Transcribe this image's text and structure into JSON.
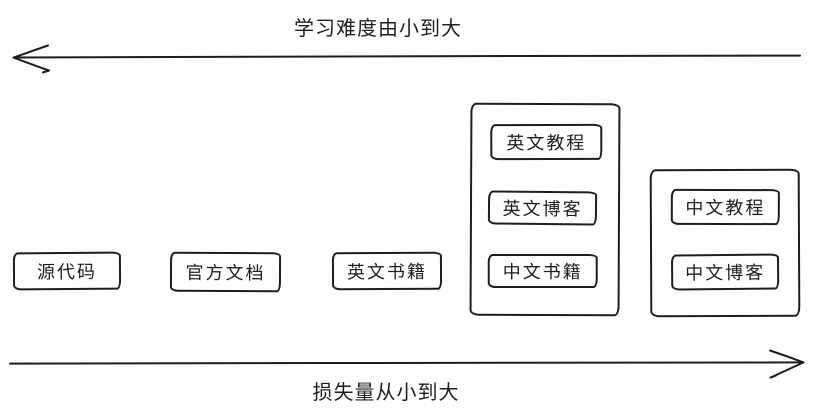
{
  "diagram": {
    "background": "#ffffff",
    "stroke_color": "#1e1e1e",
    "top_axis": {
      "label": "学习难度由小到大",
      "direction": "left"
    },
    "bottom_axis": {
      "label": "损失量从小到大",
      "direction": "right"
    },
    "nodes": [
      {
        "label": "源代码"
      },
      {
        "label": "官方文档"
      },
      {
        "label": "英文书籍"
      }
    ],
    "groups": [
      {
        "items": [
          {
            "label": "英文教程"
          },
          {
            "label": "英文博客"
          },
          {
            "label": "中文书籍"
          }
        ]
      },
      {
        "items": [
          {
            "label": "中文教程"
          },
          {
            "label": "中文博客"
          }
        ]
      }
    ]
  }
}
